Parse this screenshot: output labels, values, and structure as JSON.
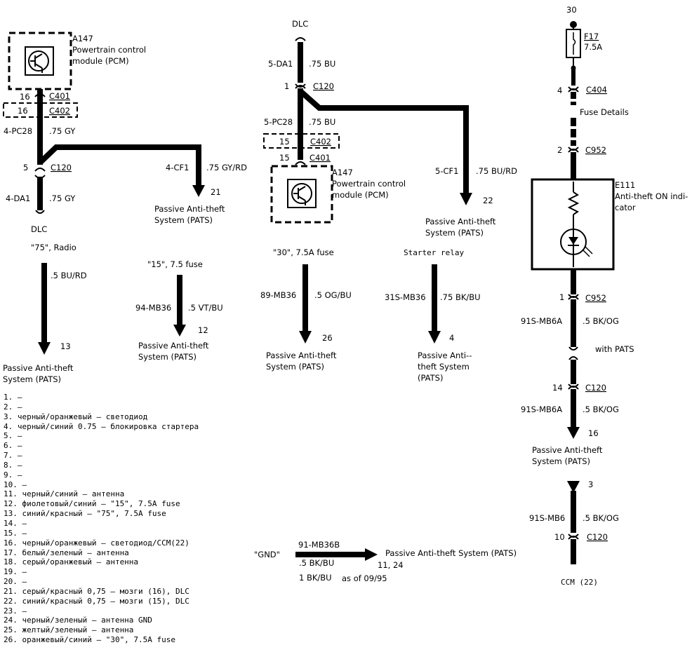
{
  "diagram": {
    "left": {
      "module_id": "A147",
      "module_name": "Powertrain control module (PCM)",
      "pin_c401": "16",
      "conn_c401": "C401",
      "pin_c402": "16",
      "conn_c402": "C402",
      "circuit_main": "4-PC28",
      "wire_main": ".75 GY",
      "pin_c120": "5",
      "conn_c120": "C120",
      "circuit_down": "4-DA1",
      "wire_down": ".75 GY",
      "dest_down": "DLC",
      "circuit_branch": "4-CF1",
      "wire_branch": ".75 GY/RD",
      "pin_branch": "21",
      "dest_branch": "Passive Anti-theft System (PATS)"
    },
    "left_sub1": {
      "source": "\"75\", Radio",
      "wire": ".5 BU/RD",
      "pin": "13",
      "dest": "Passive Anti-theft System (PATS)"
    },
    "left_sub2": {
      "source": "\"15\", 7.5 fuse",
      "circuit": "94-MB36",
      "wire": ".5 VT/BU",
      "pin": "12",
      "dest": "Passive Anti-theft System (PATS)"
    },
    "center": {
      "top_label": "DLC",
      "circuit_top": "5-DA1",
      "wire_top": ".75 BU",
      "pin_c120": "1",
      "conn_c120": "C120",
      "circuit_mid": "5-PC28",
      "wire_mid": ".75 BU",
      "pin_c402": "15",
      "conn_c402": "C402",
      "pin_c401": "15",
      "conn_c401": "C401",
      "module_id": "A147",
      "module_name": "Powertrain control module (PCM)",
      "circuit_branch": "5-CF1",
      "wire_branch": ".75 BU/RD",
      "pin_branch": "22",
      "dest_branch": "Passive Anti-theft System (PATS)"
    },
    "center_sub1": {
      "source": "\"30\", 7.5A fuse",
      "circuit": "89-MB36",
      "wire": ".5 OG/BU",
      "pin": "26",
      "dest": "Passive Anti-theft System (PATS)"
    },
    "center_sub2": {
      "source": "Starter relay",
      "circuit": "31S-MB36",
      "wire": ".75 BK/BU",
      "pin": "4",
      "dest": "Passive Anti-- theft System (PATS)"
    },
    "gnd": {
      "source": "\"GND\"",
      "circuit": "91-MB36B",
      "wire1": ".5 BK/BU",
      "wire2": "1 BK/BU",
      "note": "as of 09/95",
      "dest": "Passive Anti-theft System (PATS)",
      "pins": "11, 24"
    },
    "right": {
      "top_label": "30",
      "fuse_id": "F17",
      "fuse_rating": "7.5A",
      "pin_c404": "4",
      "conn_c404": "C404",
      "fuse_details": "Fuse Details",
      "pin_c952_top": "2",
      "conn_c952_top": "C952",
      "indicator_id": "E111",
      "indicator_name": "Anti-theft ON indi- cator",
      "pin_c952_bot": "1",
      "conn_c952_bot": "C952",
      "circuit_a": "91S-MB6A",
      "wire_a": ".5 BK/OG",
      "with_pats": "with PATS",
      "pin_c120": "14",
      "conn_c120": "C120",
      "circuit_b": "91S-MB6A",
      "wire_b": ".5 BK/OG",
      "pin_pats": "16",
      "dest_pats": "Passive Anti-theft System (PATS)",
      "pin_3": "3",
      "circuit_c": "91S-MB6",
      "wire_c": ".5 BK/OG",
      "pin_c120_bot": "10",
      "conn_c120_bot": "C120",
      "dest_bottom": "CCM (22)"
    },
    "pin_list": [
      "1. –",
      "2. –",
      "3. черный/оранжевый – светодиод",
      "4. черный/синий 0.75 – блокировка стартера",
      "5. –",
      "6. –",
      "7. –",
      "8. –",
      "9. –",
      "10. –",
      "11. черный/синий – антенна",
      "12. фиолетовый/синий – \"15\", 7.5A fuse",
      "13. синий/красный – \"75\", 7.5A fuse",
      "14. –",
      "15. –",
      "16. черный/оранжевый – светодиод/CCM(22)",
      "17. белый/зеленый – антенна",
      "18. серый/оранжевый – антенна",
      "19. –",
      "20. –",
      "21. серый/красный 0,75 – мозги (16), DLC",
      "22. синий/красный 0,75 – мозги (15), DLC",
      "23. –",
      "24. черный/зеленый – антенна GND",
      "25. желтый/зеленый – антенна",
      "26. оранжевый/синий – \"30\", 7.5A fuse"
    ]
  }
}
